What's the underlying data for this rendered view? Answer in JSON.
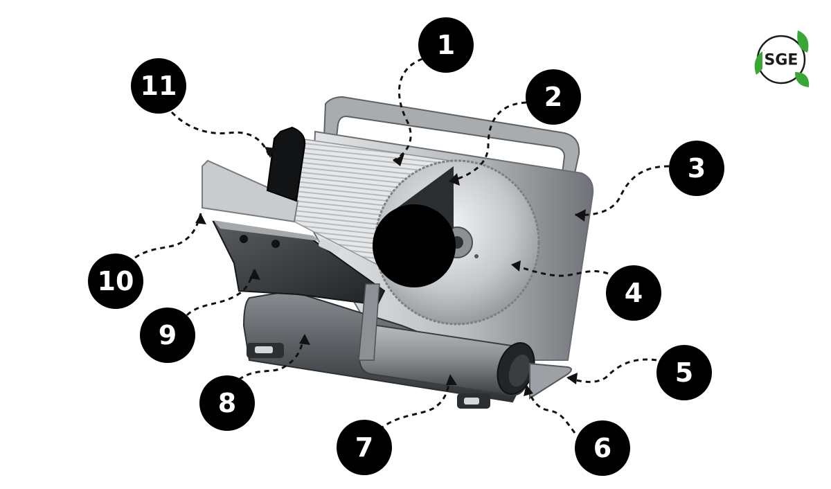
{
  "logo": {
    "text": "SGE",
    "accent_color": "#3aa635"
  },
  "callouts": [
    {
      "label": "1"
    },
    {
      "label": "2"
    },
    {
      "label": "3"
    },
    {
      "label": "4"
    },
    {
      "label": "5"
    },
    {
      "label": "6"
    },
    {
      "label": "7"
    },
    {
      "label": "8"
    },
    {
      "label": "9"
    },
    {
      "label": "10"
    },
    {
      "label": "11"
    }
  ],
  "colors": {
    "badge": "#000000",
    "metal_light": "#d9dadc",
    "metal_mid": "#9ea2a6",
    "metal_dark": "#3a3d40"
  }
}
